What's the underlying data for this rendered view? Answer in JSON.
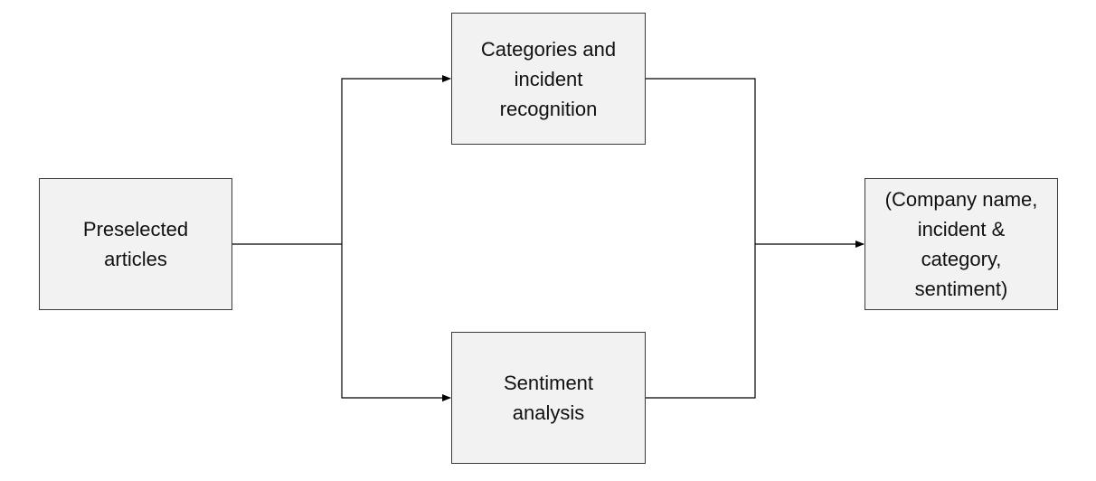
{
  "diagram": {
    "nodes": {
      "input": {
        "label": "Preselected\narticles"
      },
      "categories": {
        "label": "Categories and\nincident\nrecognition"
      },
      "sentiment": {
        "label": "Sentiment\nanalysis"
      },
      "output": {
        "label": "(Company name,\nincident &\ncategory,\nsentiment)"
      }
    },
    "edges": [
      {
        "from": "input",
        "to": "categories"
      },
      {
        "from": "input",
        "to": "sentiment"
      },
      {
        "from": "categories",
        "to": "output"
      },
      {
        "from": "sentiment",
        "to": "output"
      }
    ],
    "colors": {
      "box_fill": "#f2f2f2",
      "box_border": "#3a3a3a",
      "line": "#000000",
      "text": "#111111"
    }
  }
}
